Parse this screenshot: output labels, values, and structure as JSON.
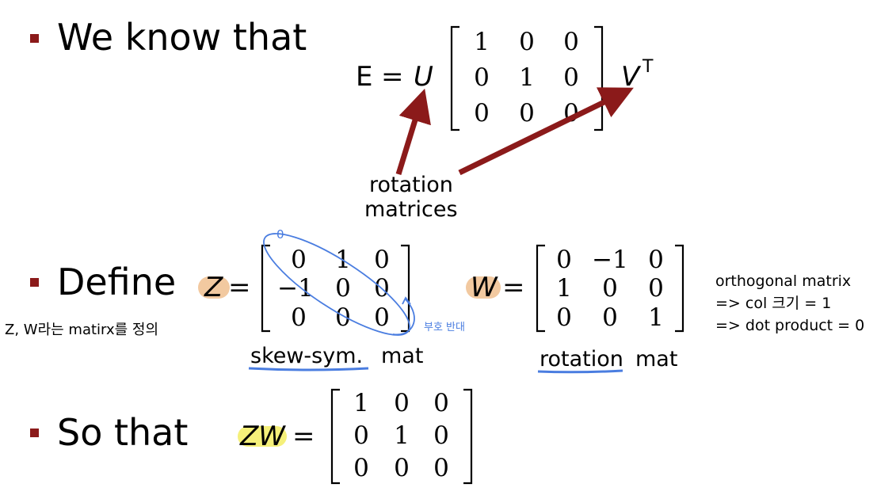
{
  "bullets": {
    "b1": "We know that",
    "b2": "Define",
    "b3": "So that"
  },
  "svd": {
    "lhs": "E",
    "equals": "=",
    "u": "U",
    "v": "V",
    "sup": "T",
    "matrix": [
      [
        "1",
        "0",
        "0"
      ],
      [
        "0",
        "1",
        "0"
      ],
      [
        "0",
        "0",
        "0"
      ]
    ],
    "annotation": [
      "rotation",
      "matrices"
    ]
  },
  "define": {
    "z": "Z",
    "w": "W",
    "equals": "=",
    "z_matrix": [
      [
        "0",
        "1",
        "0"
      ],
      [
        "−1",
        "0",
        "0"
      ],
      [
        "0",
        "0",
        "0"
      ]
    ],
    "w_matrix": [
      [
        "0",
        "−1",
        "0"
      ],
      [
        "1",
        "0",
        "0"
      ],
      [
        "0",
        "0",
        "1"
      ]
    ],
    "z_label_underlined": "skew-sym.",
    "z_label_rest": "mat",
    "w_label_underlined": "rotation",
    "w_label_rest": "mat"
  },
  "notes": {
    "zero_mark": "0",
    "sign_flip": "부호 반대",
    "korean_define": "Z, W라는 matirx를 정의",
    "orthogonal": [
      "orthogonal matrix",
      "=> col 크기 = 1",
      "=> dot product = 0"
    ]
  },
  "so_that": {
    "zw": "ZW",
    "equals": "=",
    "matrix": [
      [
        "1",
        "0",
        "0"
      ],
      [
        "0",
        "1",
        "0"
      ],
      [
        "0",
        "0",
        "0"
      ]
    ]
  },
  "colors": {
    "bullet": "#8b1a1a",
    "arrow": "#8b1a1a",
    "pen_blue": "#4a7de0",
    "highlight_orange": "#f2c9a0",
    "highlight_yellow": "#f5f07a"
  }
}
